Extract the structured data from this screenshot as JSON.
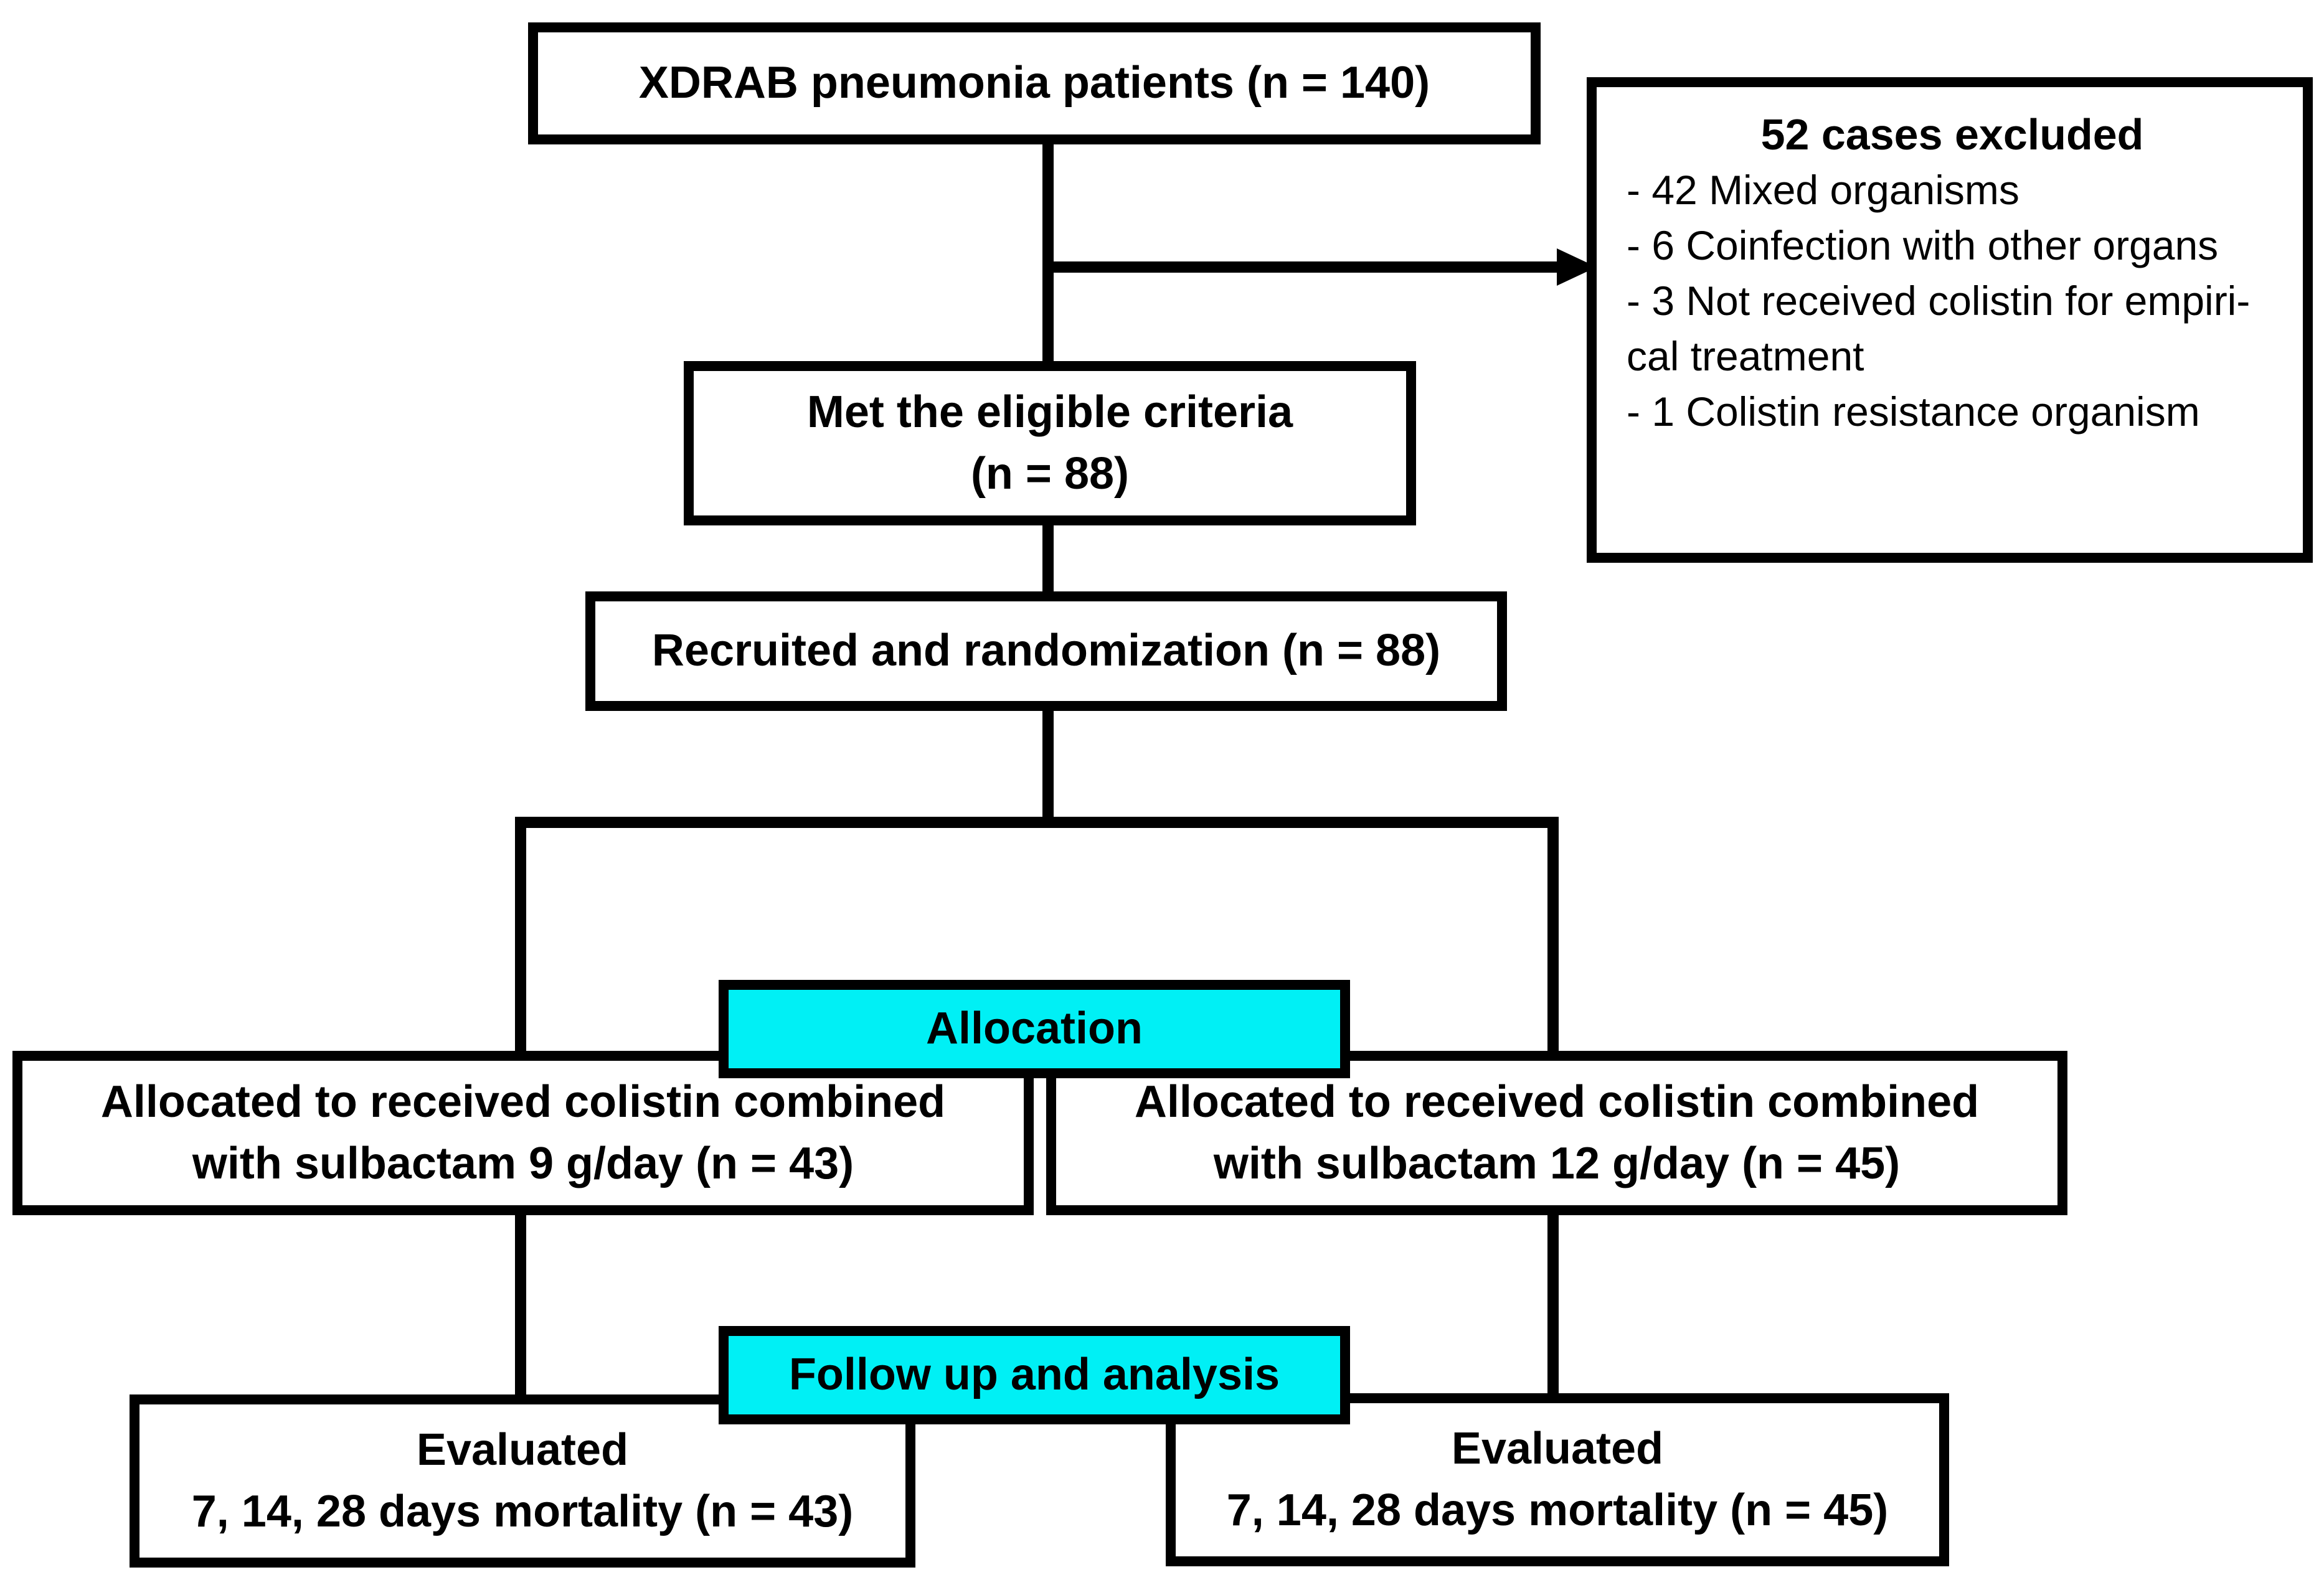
{
  "diagram": {
    "type": "flowchart",
    "boxes": {
      "patients": "XDRAB pneumonia patients (n = 140)",
      "eligible_line1": "Met the eligible criteria",
      "eligible_line2": "(n = 88)",
      "randomized": "Recruited and randomization (n = 88)",
      "allocation_label": "Allocation",
      "group_9g_line1": "Allocated to received colistin combined",
      "group_9g_line2": "with sulbactam 9 g/day (n = 43)",
      "group_12g_line1": "Allocated to received colistin combined",
      "group_12g_line2": "with sulbactam 12 g/day (n = 45)",
      "followup_label": "Follow up and analysis",
      "eval_9g_line1": "Evaluated",
      "eval_9g_line2": "7, 14, 28 days mortality (n = 43)",
      "eval_12g_line1": "Evaluated",
      "eval_12g_line2": "7, 14, 28 days mortality (n = 45)"
    },
    "excluded": {
      "title": "52 cases excluded",
      "items": [
        "- 42 Mixed organisms",
        "- 6 Coinfection with other organs",
        "- 3 Not received colistin for empiri-",
        "cal treatment",
        "- 1 Colistin resistance organism"
      ]
    },
    "colors": {
      "box_border": "#000000",
      "highlight_fill": "#00f0f5"
    }
  }
}
